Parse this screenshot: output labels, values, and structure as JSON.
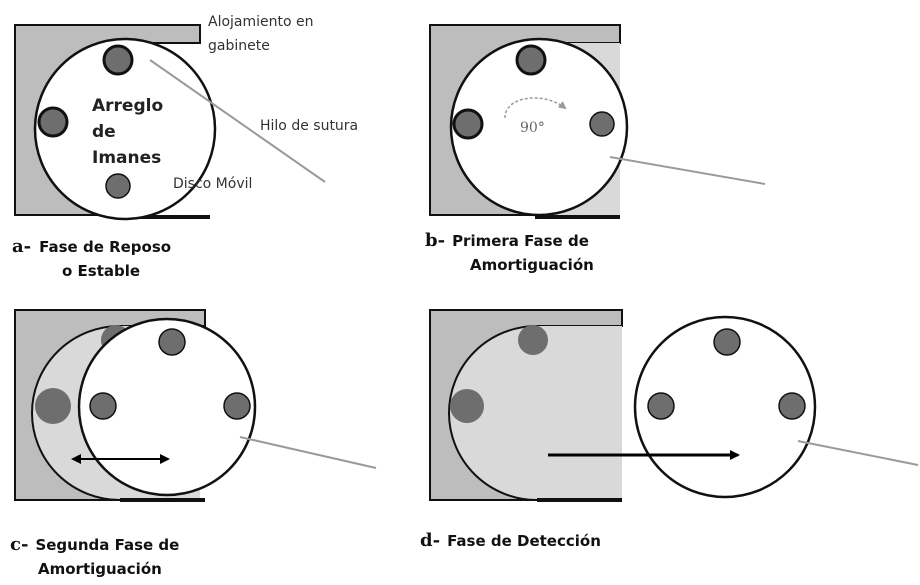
{
  "labels": {
    "housing": [
      "Alojamiento en",
      "gabinete"
    ],
    "thread": "Hilo de sutura",
    "array": [
      "Arreglo",
      "de",
      "Imanes"
    ],
    "disk": "Disco Móvil",
    "angle": "90°"
  },
  "captions": {
    "a": {
      "letter": "a-",
      "lines": [
        "Fase de Reposo",
        "o Estable"
      ]
    },
    "b": {
      "letter": "b-",
      "lines": [
        "Primera Fase de",
        "Amortiguación"
      ]
    },
    "c": {
      "letter": "c-",
      "lines": [
        "Segunda Fase de",
        "Amortiguación"
      ]
    },
    "d": {
      "letter": "d-",
      "lines": [
        "Fase de Detección"
      ]
    }
  },
  "colors": {
    "housing_dark": "#bdbdbd",
    "housing_light": "#d9d9d9",
    "magnet": "#6e6e6e",
    "outline": "#111111",
    "thread": "#9a9a9a"
  }
}
